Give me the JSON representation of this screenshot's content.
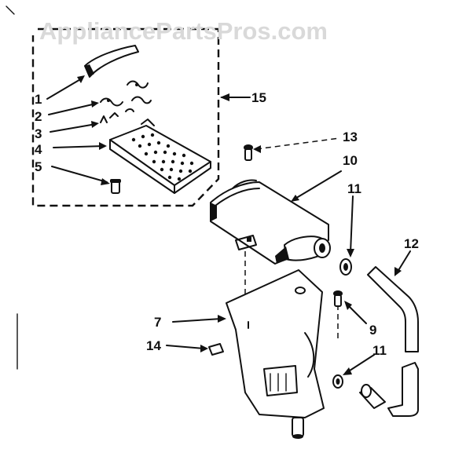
{
  "watermark": "AppliancePartsPros.com",
  "callouts": {
    "c1": "1",
    "c2": "2",
    "c3": "3",
    "c4": "4",
    "c5": "5",
    "c7": "7",
    "c9": "9",
    "c10": "10",
    "c11a": "11",
    "c11b": "11",
    "c12": "12",
    "c13": "13",
    "c14": "14",
    "c15": "15"
  }
}
